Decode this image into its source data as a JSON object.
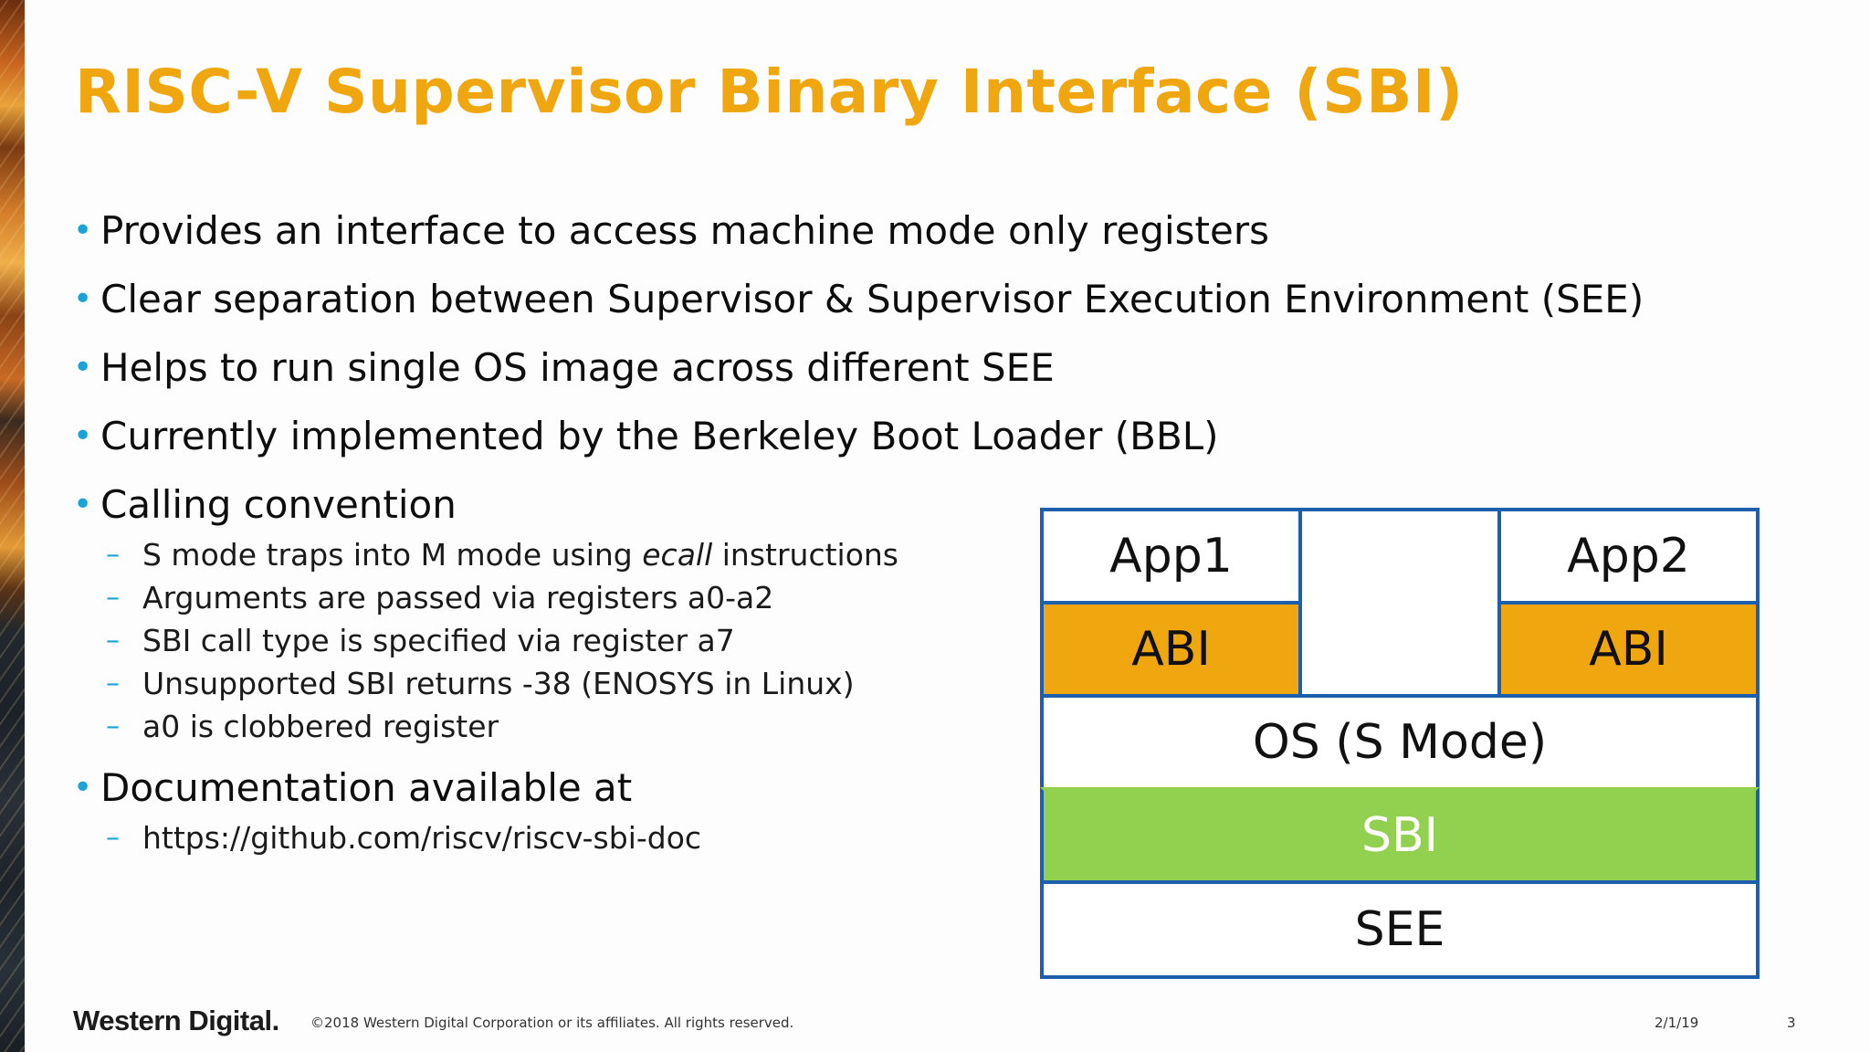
{
  "slide": {
    "title": "RISC-V Supervisor Binary Interface (SBI)"
  },
  "bullets": {
    "b1": "Provides an interface to access machine mode only registers",
    "b2": "Clear separation between Supervisor & Supervisor Execution Environment (SEE)",
    "b3": "Helps to run single OS image across different SEE",
    "b4": "Currently implemented by the Berkeley Boot Loader (BBL)",
    "b5": "Calling convention",
    "b5_sub1_pre": "S mode traps into M mode using ",
    "b5_sub1_em": "ecall",
    "b5_sub1_post": " instructions",
    "b5_sub2": "Arguments are passed via registers a0-a2",
    "b5_sub3": "SBI call type is specified via register a7",
    "b5_sub4": "Unsupported SBI returns -38 (ENOSYS in Linux)",
    "b5_sub5": "a0 is clobbered register",
    "b6": "Documentation available at",
    "b6_sub1": "https://github.com/riscv/riscv-sbi-doc"
  },
  "diagram": {
    "app1": "App1",
    "app2": "App2",
    "abi1": "ABI",
    "abi2": "ABI",
    "os": "OS (S Mode)",
    "sbi": "SBI",
    "see": "SEE",
    "colors": {
      "border": "#1d5fad",
      "abi": "#f0a70f",
      "sbi": "#92d050",
      "white": "#ffffff"
    }
  },
  "footer": {
    "logo": "Western Digital.",
    "copyright": "©2018 Western Digital Corporation or its affiliates. All rights reserved.",
    "date": "2/1/19",
    "page": "3"
  },
  "colors": {
    "title": "#f0a70f",
    "bullet_marker": "#1aa3d6"
  }
}
